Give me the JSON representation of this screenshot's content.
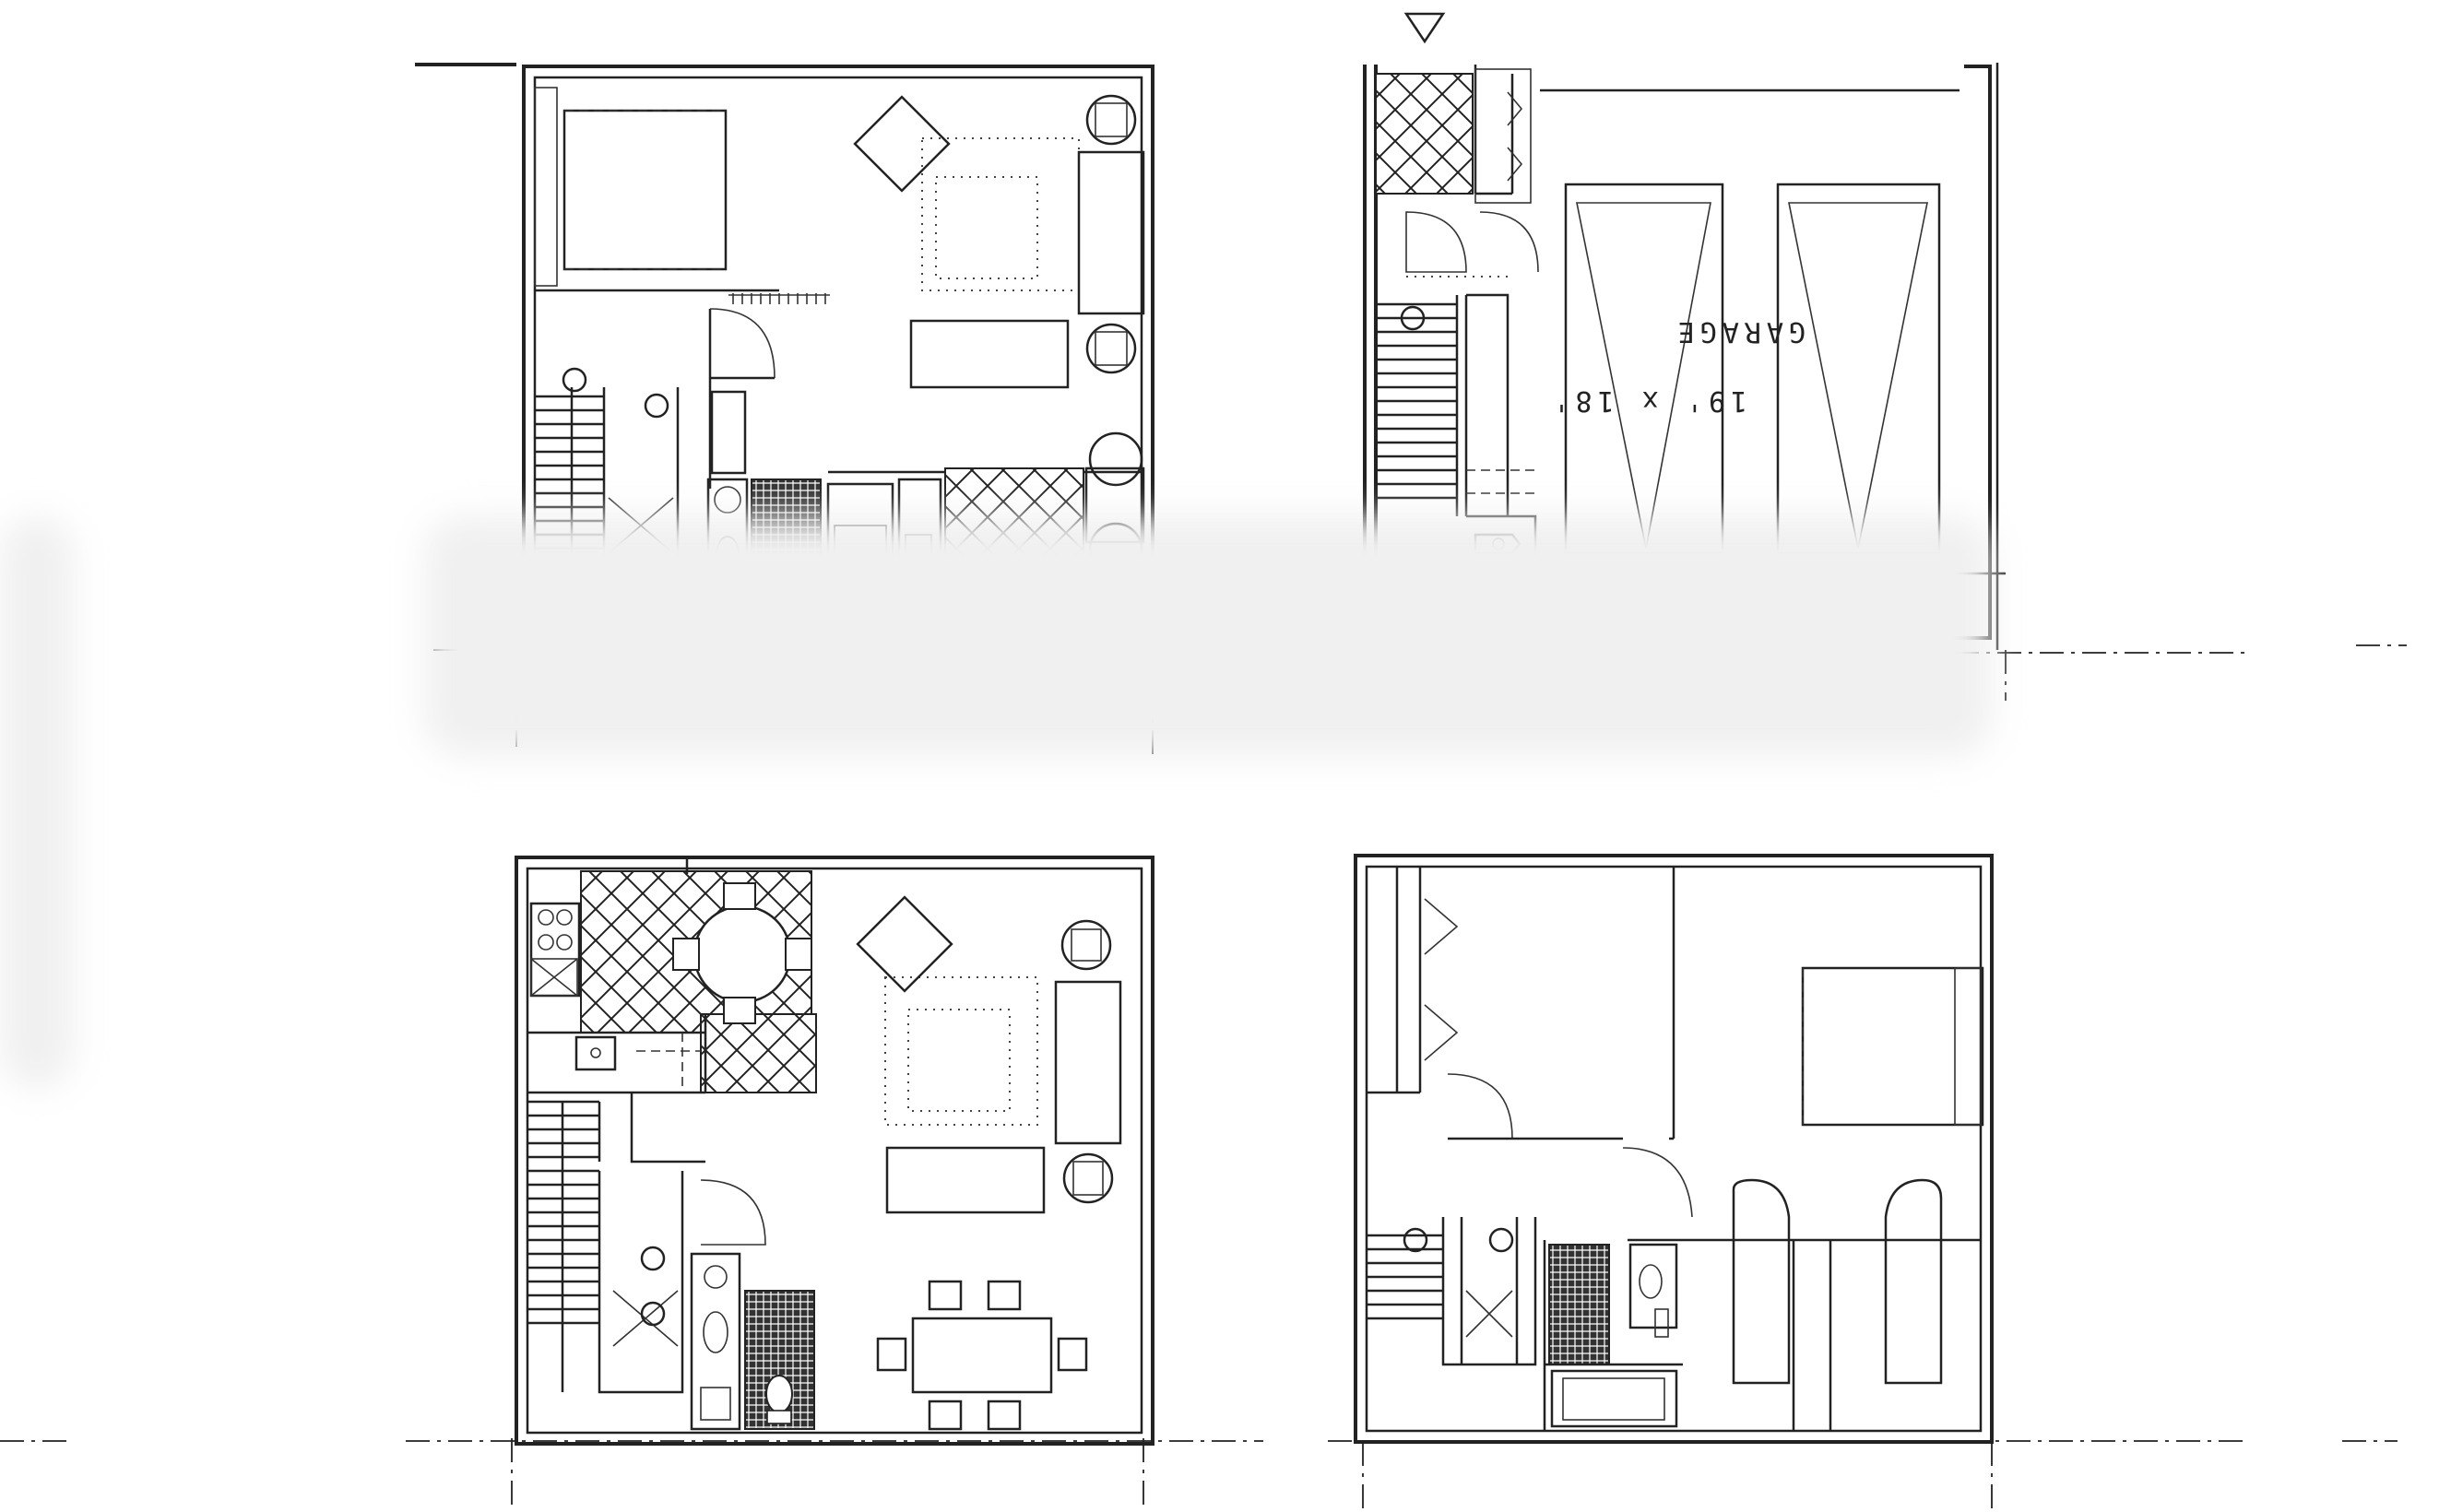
{
  "drawing": {
    "garage_label": "GARAGE",
    "garage_size": "19' x 18'"
  },
  "plans": [
    {
      "id": "upper-left",
      "label": "unit-plan-living-bedroom"
    },
    {
      "id": "upper-right",
      "label": "garage-level-plan"
    },
    {
      "id": "lower-left",
      "label": "unit-plan-living-dining"
    },
    {
      "id": "lower-right",
      "label": "unit-plan-bedrooms"
    }
  ]
}
